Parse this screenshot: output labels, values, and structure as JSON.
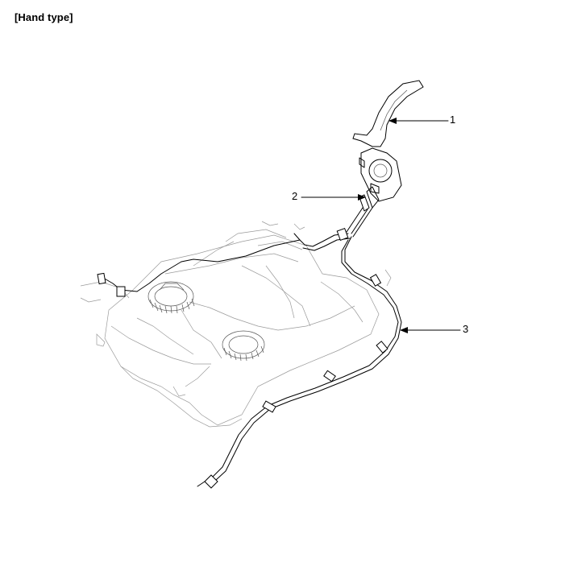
{
  "header": {
    "title": "[Hand type]"
  },
  "callouts": [
    {
      "label": "1",
      "part": "parking-brake-lever"
    },
    {
      "label": "2",
      "part": "cable-equalizer"
    },
    {
      "label": "3",
      "part": "rear-brake-cable"
    }
  ],
  "colors": {
    "line": "#000000",
    "background": "#ffffff"
  }
}
